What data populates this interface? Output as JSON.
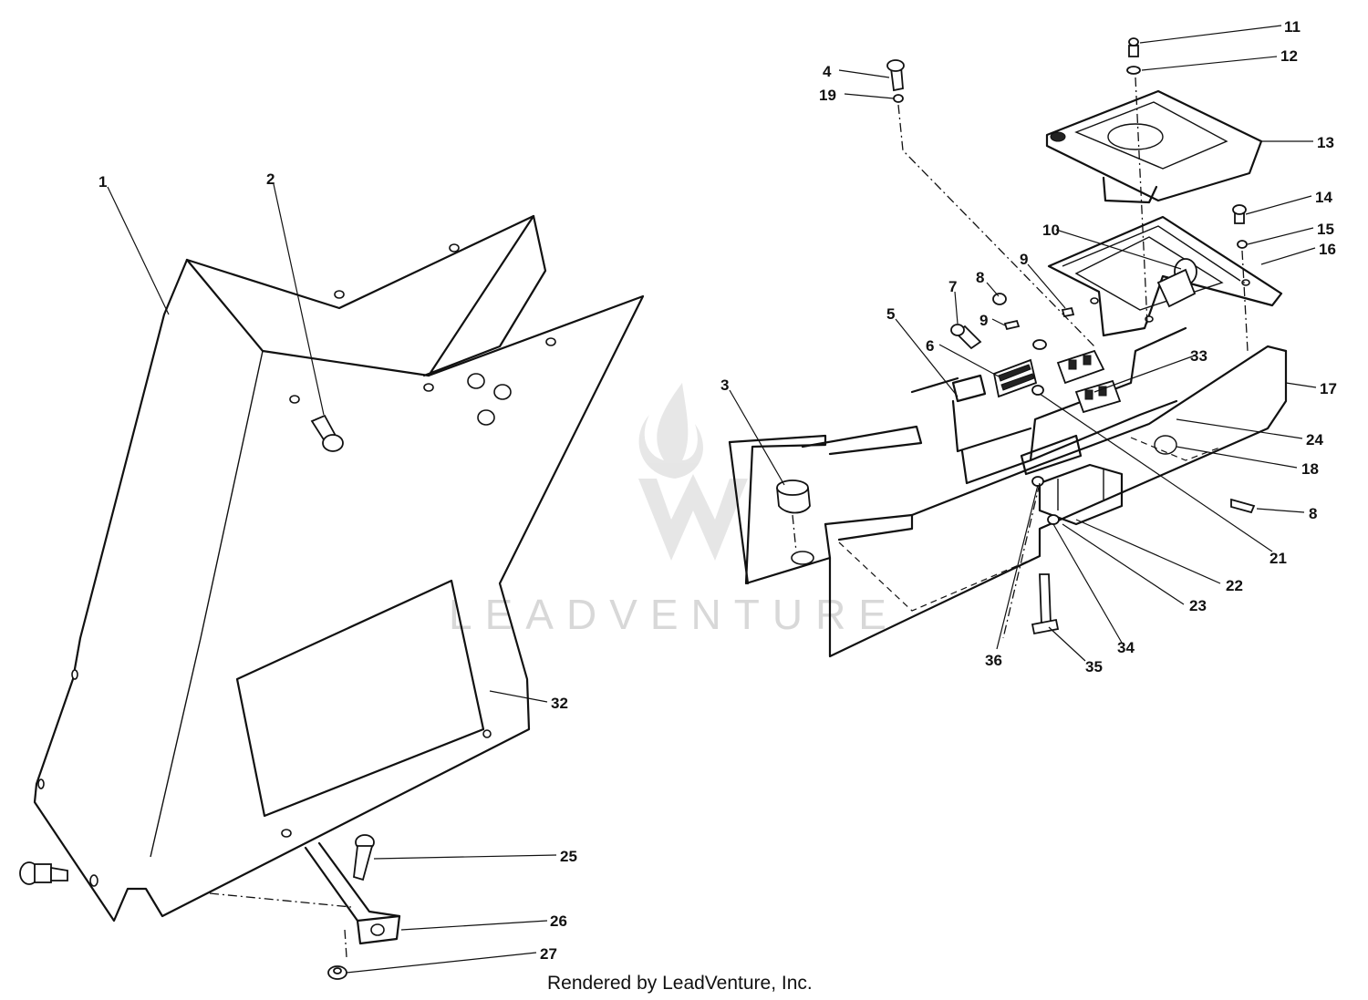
{
  "watermark": {
    "text": "LEADVENTURE"
  },
  "footer": {
    "text": "Rendered by LeadVenture, Inc."
  },
  "callouts": {
    "c1": "1",
    "c2": "2",
    "c3": "3",
    "c4": "4",
    "c5": "5",
    "c6": "6",
    "c7": "7",
    "c8a": "8",
    "c8b": "8",
    "c9a": "9",
    "c9b": "9",
    "c10": "10",
    "c11": "11",
    "c12": "12",
    "c13": "13",
    "c14": "14",
    "c15": "15",
    "c16": "16",
    "c17": "17",
    "c18": "18",
    "c19": "19",
    "c21": "21",
    "c22": "22",
    "c23": "23",
    "c24": "24",
    "c25": "25",
    "c26": "26",
    "c27": "27",
    "c32": "32",
    "c33": "33",
    "c34": "34",
    "c35": "35",
    "c36": "36"
  },
  "colors": {
    "line": "#111111",
    "watermark": "#d8d8d8",
    "background": "#ffffff"
  }
}
